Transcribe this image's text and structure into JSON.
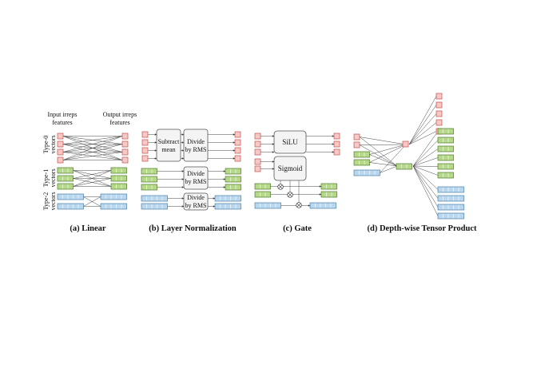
{
  "panels": {
    "linear": {
      "caption": "(a) Linear",
      "input_label": [
        "Input irreps",
        "features"
      ],
      "output_label": [
        "Output irreps",
        "features"
      ],
      "row_labels": {
        "type0": [
          "Type-0",
          "vectors"
        ],
        "type1": [
          "Type-1",
          "vectors"
        ],
        "type2": [
          "Type-2",
          "vectors"
        ]
      }
    },
    "layernorm": {
      "caption": "(b) Layer Normalization",
      "subtract_mean": [
        "Subtract",
        "mean"
      ],
      "divide_rms_1": [
        "Divide",
        "by RMS"
      ],
      "divide_rms_2": [
        "Divide",
        "by RMS"
      ],
      "divide_rms_3": [
        "Divide",
        "by RMS"
      ]
    },
    "gate": {
      "caption": "(c) Gate",
      "silu": "SiLU",
      "sigmoid": "Sigmoid"
    },
    "tensor_product": {
      "caption": "(d) Depth-wise Tensor Product"
    }
  },
  "colors": {
    "type0_fill": "#f7c9c6",
    "type1_fill": "#b5d989",
    "type2_fill": "#b9d8ef"
  }
}
